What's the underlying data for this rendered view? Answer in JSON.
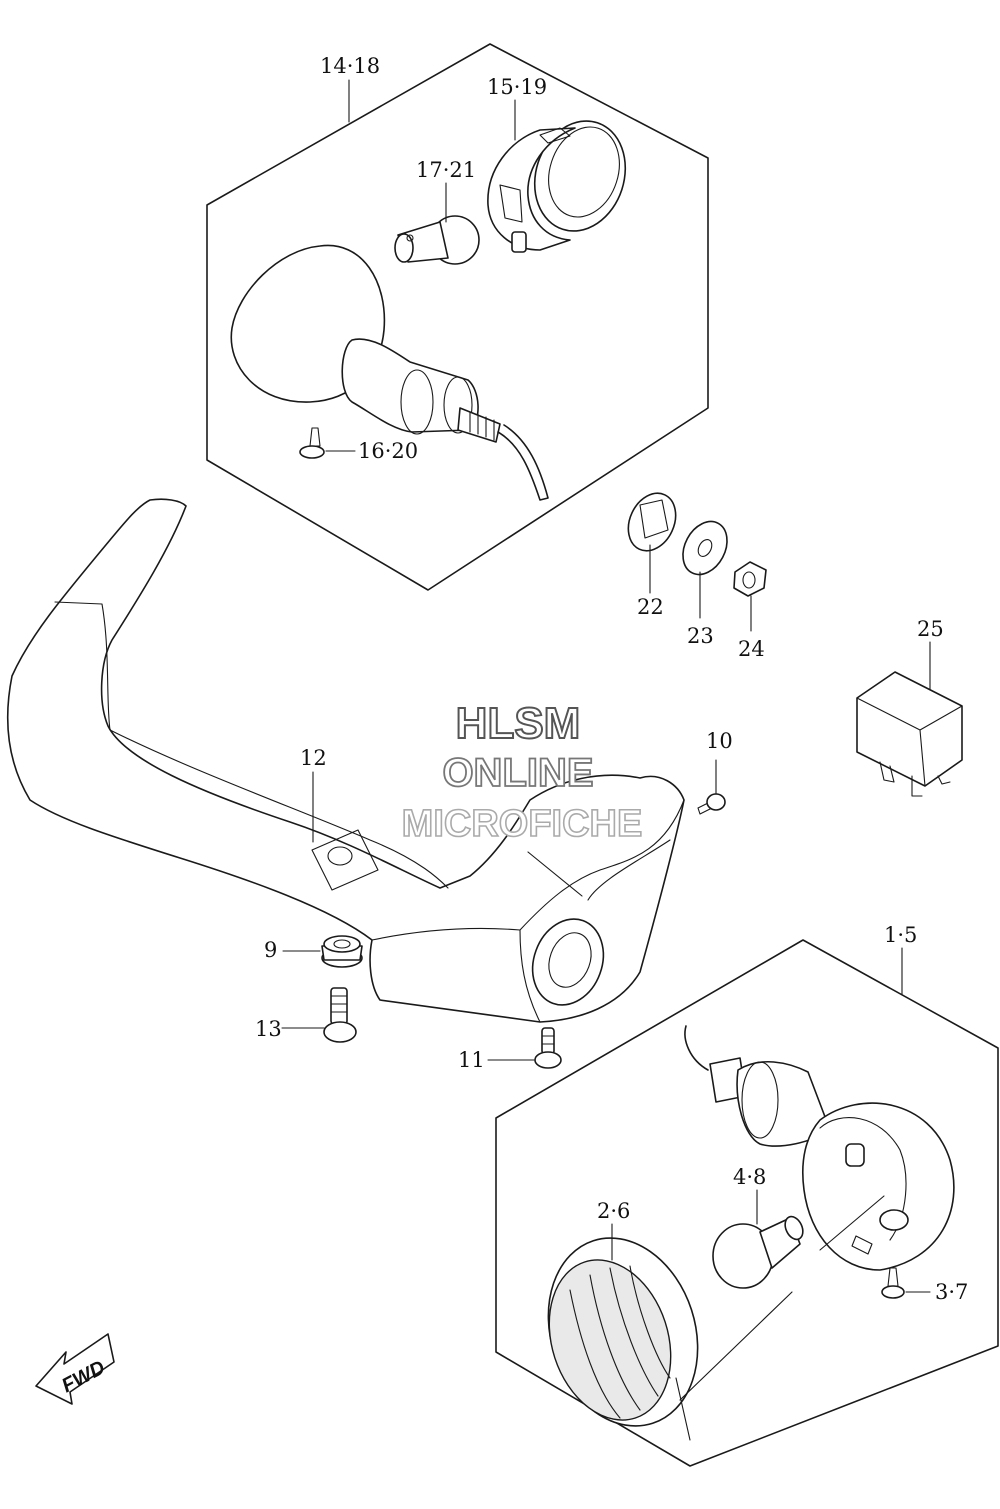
{
  "labels": {
    "p14_18": "14·18",
    "p15_19": "15·19",
    "p17_21": "17·21",
    "p16_20": "16·20",
    "p22": "22",
    "p23": "23",
    "p24": "24",
    "p25": "25",
    "p10": "10",
    "p12": "12",
    "p9": "9",
    "p13": "13",
    "p11": "11",
    "p1_5": "1·5",
    "p4_8": "4·8",
    "p2_6": "2·6",
    "p3_7": "3·7"
  },
  "watermark": {
    "line1": "HLSM",
    "line2": "ONLINE",
    "line3": "MICROFICHE"
  },
  "fwd_label": "FWD",
  "colors": {
    "line": "#1a1a1a",
    "background": "#ffffff",
    "watermark_outline": "#9a9a9a"
  }
}
